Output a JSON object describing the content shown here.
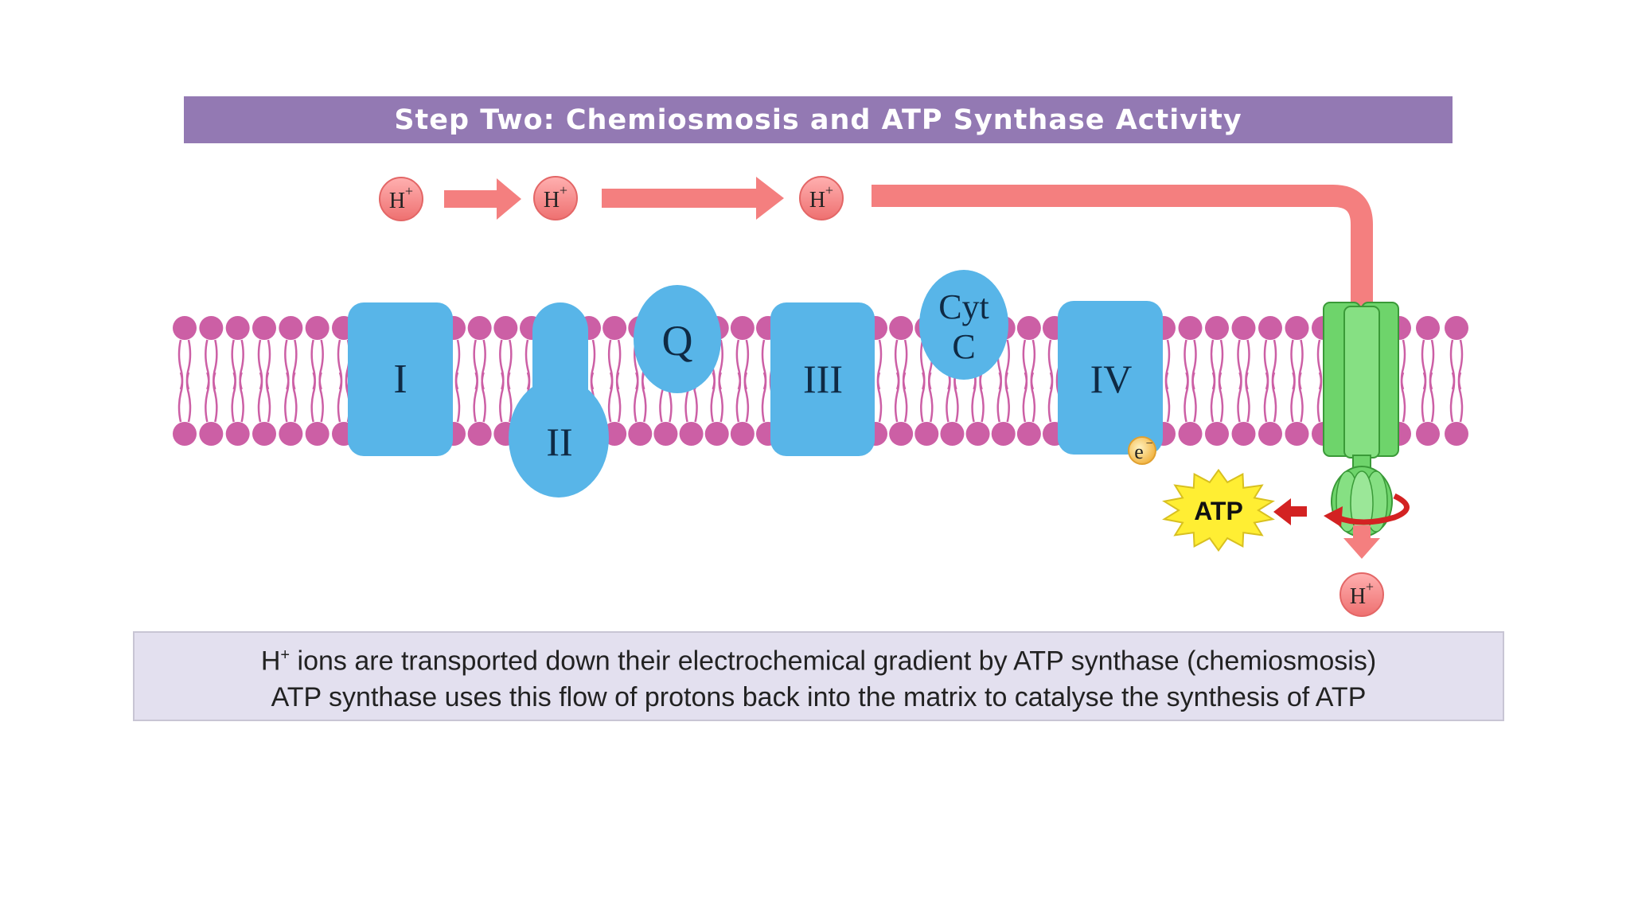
{
  "title": "Step Two:  Chemiosmosis and ATP Synthase Activity",
  "proton": {
    "label": "H",
    "charge": "+"
  },
  "electron": {
    "label": "e",
    "charge": "−"
  },
  "complexes": {
    "c1": "I",
    "c2": "II",
    "q": "Q",
    "c3": "III",
    "cytc_line1": "Cyt",
    "cytc_line2": "C",
    "c4": "IV"
  },
  "atp_label": "ATP",
  "caption": {
    "line1_ion": "H",
    "line1_charge": "+",
    "line1_rest": " ions are transported down their electrochemical gradient by ATP synthase (chemiosmosis)",
    "line2": "ATP synthase uses this flow of protons back into the matrix to catalyse the synthesis of ATP"
  },
  "colors": {
    "title_bg": "#9379b3",
    "membrane": "#cc5fa5",
    "protein": "#58b5e8",
    "proton_fill": "#f58787",
    "arrow": "#f47f7f",
    "atp_synthase": "#6ed46b",
    "atp_star": "#ffee33",
    "rotation_arrow": "#d32222",
    "electron_fill": "#f5c25e",
    "caption_bg": "#e3e0ef"
  }
}
